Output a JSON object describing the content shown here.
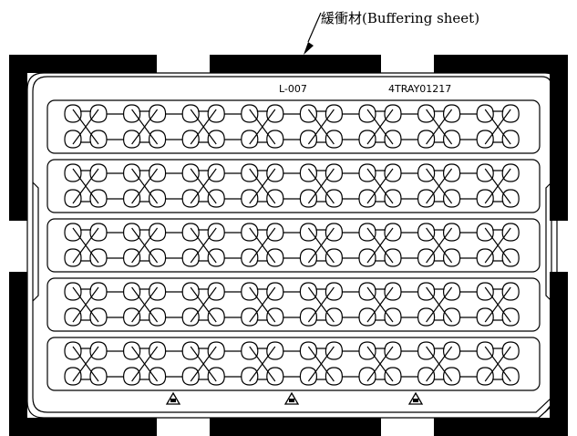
{
  "callout": {
    "label": "緩衝材(Buffering sheet)"
  },
  "tray": {
    "code": "L-007",
    "part_number": "4TRAY01217",
    "rows": 5,
    "units_per_row": 8,
    "cells_per_unit": 4,
    "recycle_marks": [
      "recycle-mark-1",
      "recycle-mark-2",
      "recycle-mark-3"
    ]
  },
  "colors": {
    "line": "#000000",
    "background": "#ffffff"
  }
}
